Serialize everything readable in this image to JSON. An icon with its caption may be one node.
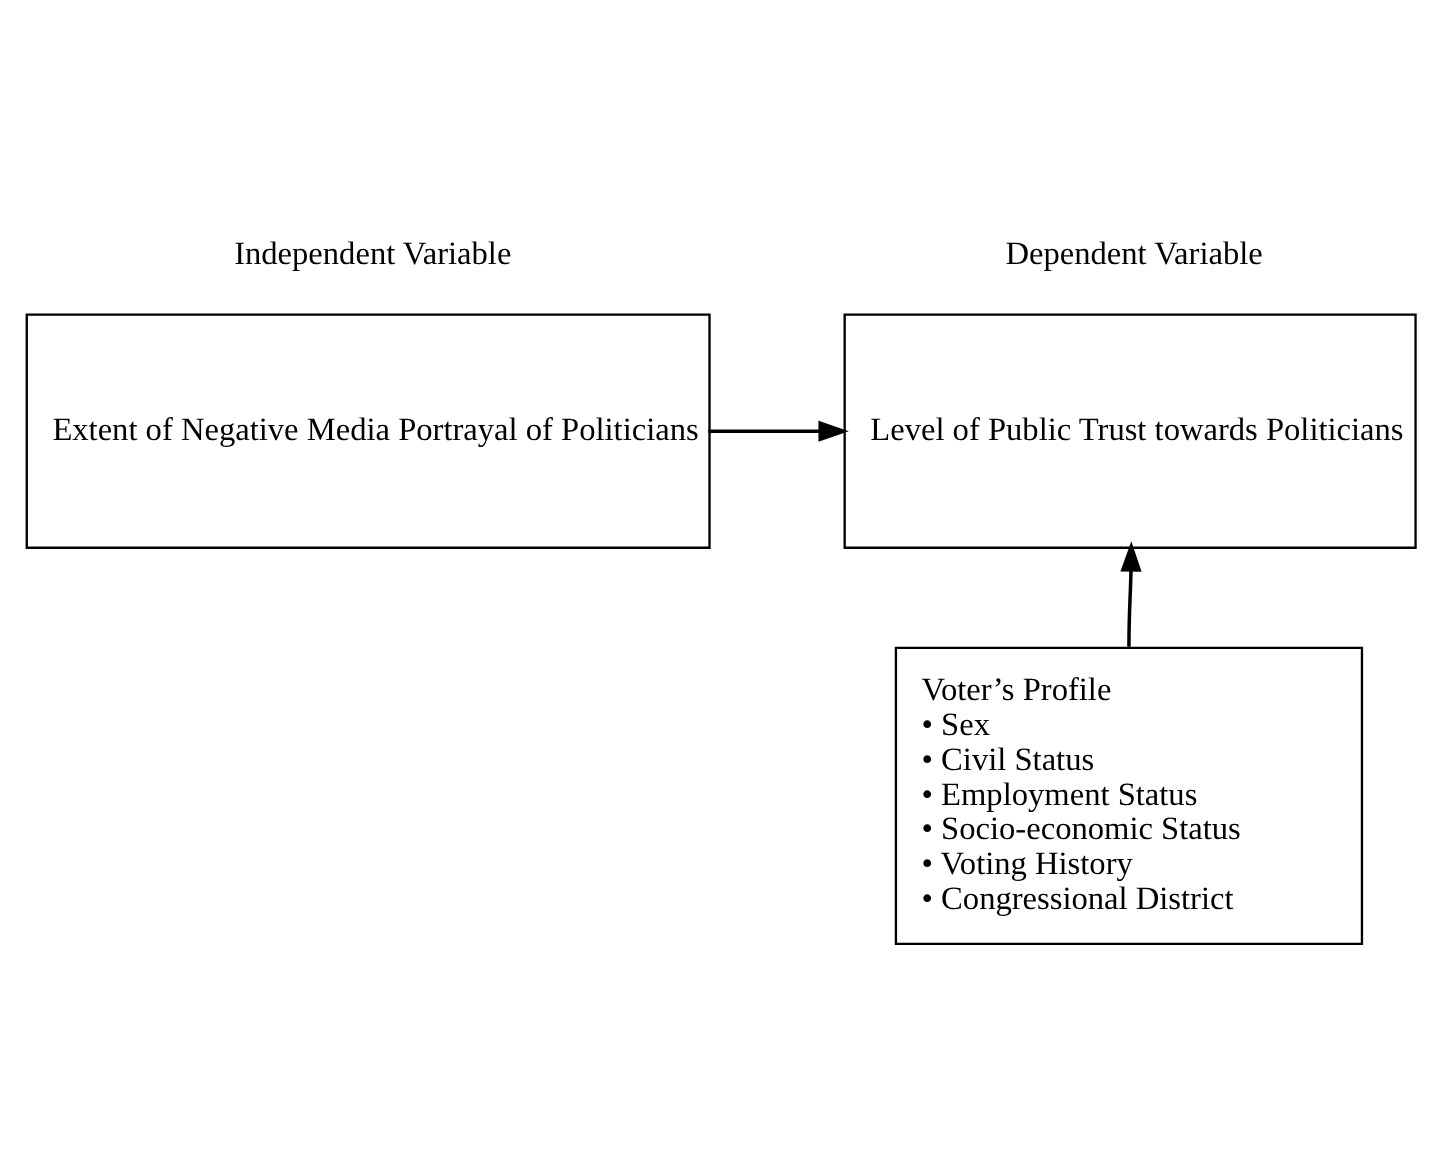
{
  "diagram": {
    "nodes": [
      {
        "text": [
          "Independent Variable",
          "Extent of Negative Media Portrayal of Politicians"
        ]
      },
      {
        "text": [
          "Dependent Variable",
          "Level of Public Trust towards Politicians"
        ]
      },
      {
        "text": [
          "Voter’s Profile",
          "• Sex",
          "• Civil Status",
          "• Employment Status",
          "• Socio-economic Status",
          "• Voting History",
          "• Congressional District"
        ]
      }
    ],
    "edges": [
      {
        "from": 0,
        "to": 1,
        "arrow": "to"
      },
      {
        "from": 2,
        "to": 1,
        "arrow": "to"
      }
    ]
  }
}
